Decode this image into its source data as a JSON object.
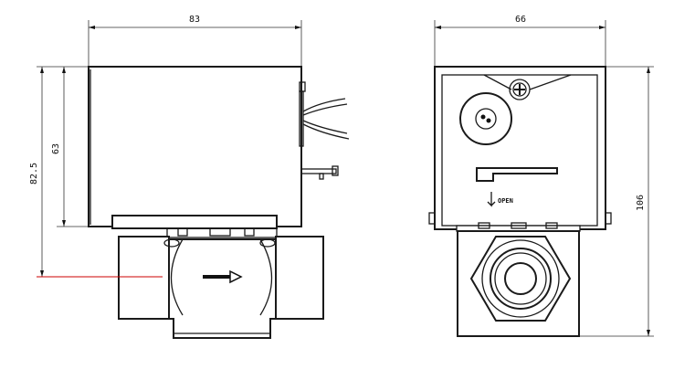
{
  "dimensions": {
    "width_front": "83",
    "height_coil": "63",
    "height_total": "82.5",
    "width_side": "66",
    "height_side": "106"
  },
  "labels": {
    "open_text": "OPEN"
  },
  "colors": {
    "line": "#1a1a1a",
    "centerline": "#cc0000",
    "background": "#ffffff"
  }
}
